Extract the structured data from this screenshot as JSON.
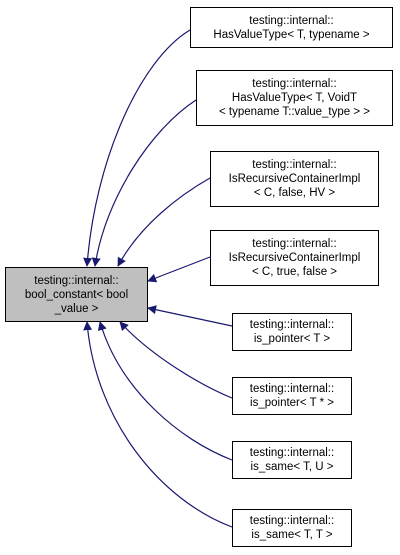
{
  "colors": {
    "edge": "#191970",
    "base_fill": "#bfbfbf",
    "node_fill": "#ffffff",
    "border": "#000000"
  },
  "base": {
    "lines": [
      "testing::internal::",
      "bool_constant< bool",
      "_value >"
    ]
  },
  "derived": [
    {
      "lines": [
        "testing::internal::",
        "HasValueType< T, typename >"
      ]
    },
    {
      "lines": [
        "testing::internal::",
        "HasValueType< T, VoidT",
        "< typename T::value_type > >"
      ]
    },
    {
      "lines": [
        "testing::internal::",
        "IsRecursiveContainerImpl",
        "< C, false, HV >"
      ]
    },
    {
      "lines": [
        "testing::internal::",
        "IsRecursiveContainerImpl",
        "< C, true, false >"
      ]
    },
    {
      "lines": [
        "testing::internal::",
        "is_pointer< T >"
      ]
    },
    {
      "lines": [
        "testing::internal::",
        "is_pointer< T * >"
      ]
    },
    {
      "lines": [
        "testing::internal::",
        "is_same< T, U >"
      ]
    },
    {
      "lines": [
        "testing::internal::",
        "is_same< T, T >"
      ]
    }
  ]
}
